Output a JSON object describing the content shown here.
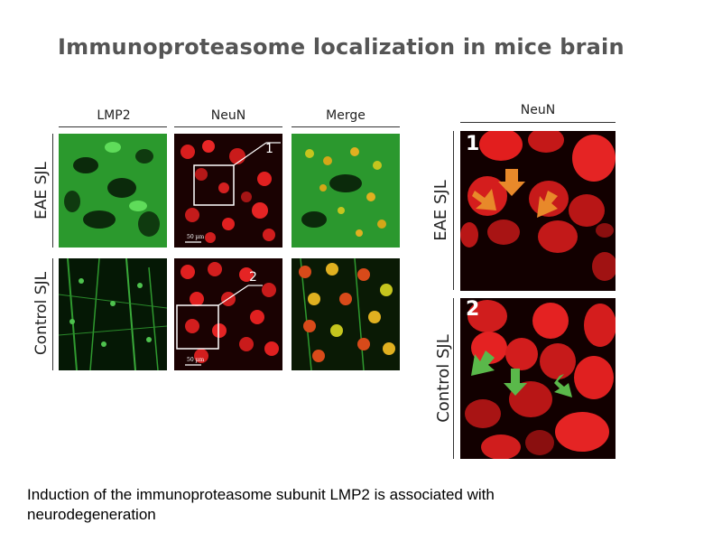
{
  "slide": {
    "title": "Immunoproteasome localization in mice brain",
    "caption": "Induction of the immunoproteasome subunit LMP2 is associated with neurodegeneration"
  },
  "figure_left": {
    "columns": [
      "LMP2",
      "NeuN",
      "Merge"
    ],
    "rows": [
      "EAE SJL",
      "Control SJL"
    ],
    "scale_bar_label": "50 µm",
    "inset_labels": [
      "1",
      "2"
    ]
  },
  "figure_right": {
    "column": "NeuN",
    "rows": [
      "EAE SJL",
      "Control SJL"
    ],
    "panel_labels": [
      "1",
      "2"
    ],
    "arrow_colors": {
      "eae": "#e8892a",
      "control": "#5ab84a"
    }
  },
  "colors": {
    "green_stain": "#2fa32f",
    "red_stain": "#e02020",
    "title_gray": "#555555"
  }
}
